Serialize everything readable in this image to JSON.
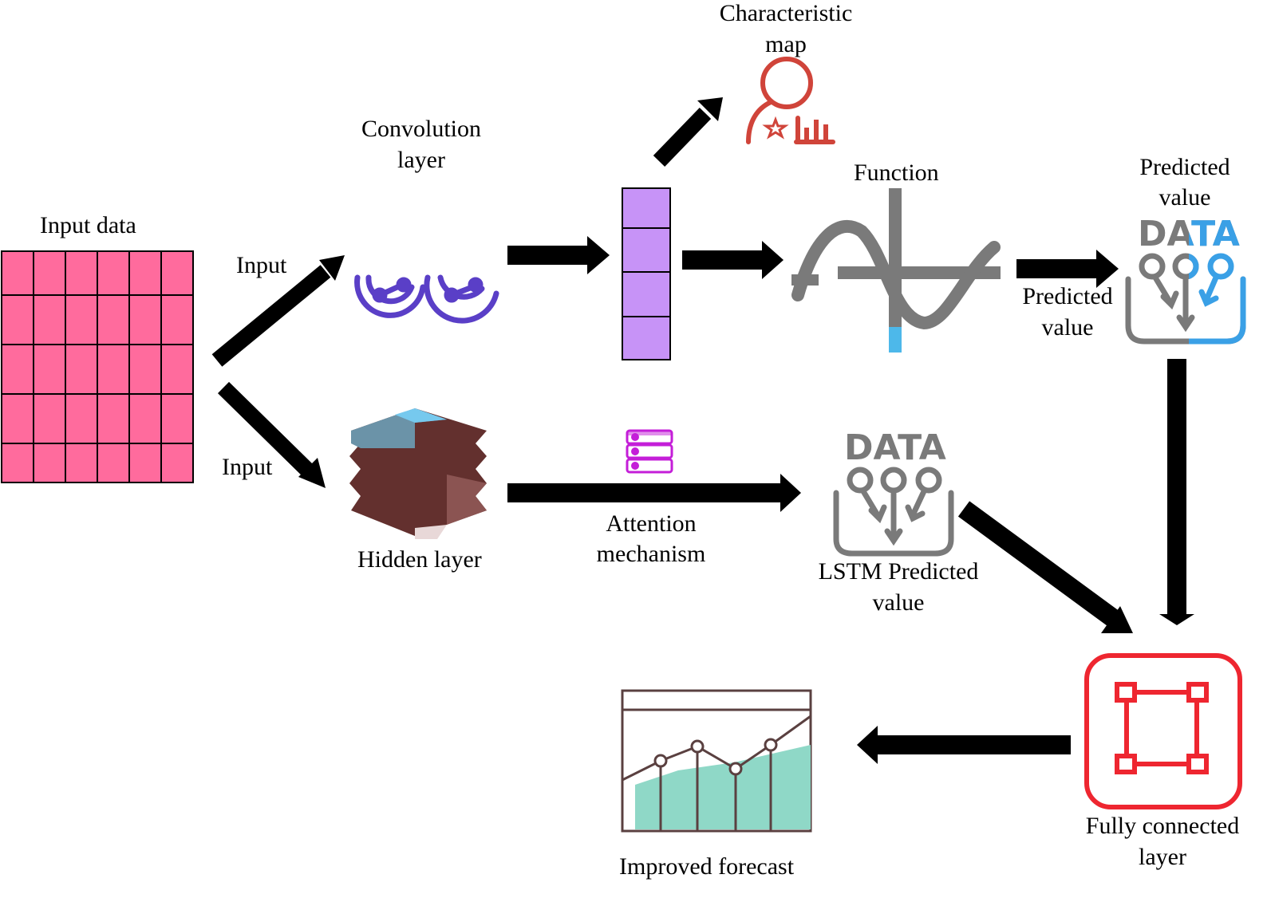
{
  "labels": {
    "input_data": "Input data",
    "input_top": "Input",
    "input_bottom": "Input",
    "convolution_line1": "Convolution",
    "convolution_line2": "layer",
    "characteristic_line1": "Characteristic",
    "characteristic_line2": "map",
    "function": "Function",
    "predicted_top_line1": "Predicted",
    "predicted_top_line2": "value",
    "predicted_mid_line1": "Predicted",
    "predicted_mid_line2": "value",
    "hidden_layer": "Hidden layer",
    "attention_line1": "Attention",
    "attention_line2": "mechanism",
    "lstm_line1": "LSTM Predicted",
    "lstm_line2": "value",
    "fc_line1": "Fully connected",
    "fc_line2": "layer",
    "improved_forecast": "Improved forecast"
  },
  "icons": {
    "data_top": "DATA",
    "data_lstm": "DATA",
    "characteristic": "person-chart-icon",
    "convolution": "convolution-icon",
    "function": "sine-function-icon",
    "hidden": "hidden-layer-cube-icon",
    "attention": "database-server-icon",
    "fully_connected": "bounding-box-icon",
    "forecast": "area-line-chart-icon"
  },
  "colors": {
    "grid_fill": "#ff6b9d",
    "feature_vector": "#c793f7",
    "characteristic_red": "#d0443a",
    "conv_purple": "#5a3fc7",
    "function_gray": "#7a7a7a",
    "function_blue": "#4db8ea",
    "data_blue": "#3aa0e6",
    "hidden_brown": "#63302e",
    "attention_magenta": "#c41ed8",
    "fc_red": "#ee2630",
    "forecast_teal": "#8fd8c7",
    "forecast_line": "#5a4040"
  }
}
